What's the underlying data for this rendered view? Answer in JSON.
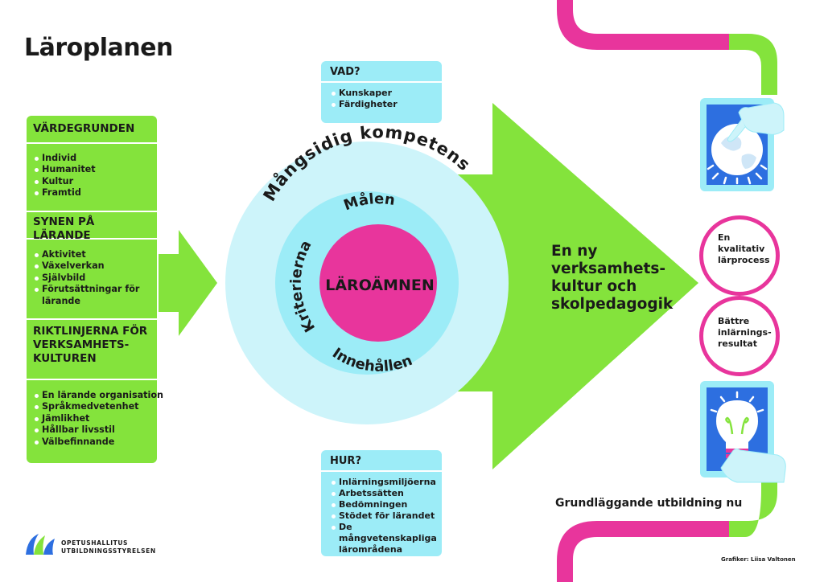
{
  "title": "Läroplanen",
  "left_panel": {
    "sections": [
      {
        "heading": "VÄRDEGRUNDEN",
        "items": [
          "Individ",
          "Humanitet",
          "Kultur",
          "Framtid"
        ]
      },
      {
        "heading": "SYNEN PÅ LÄRANDE",
        "items": [
          "Aktivitet",
          "Växelverkan",
          "Självbild",
          "Förutsättningar för lärande"
        ]
      },
      {
        "heading": "RIKTLINJERNA FÖR VERKSAMHETS-KULTUREN",
        "items": [
          "En lärande organisation",
          "Språkmedvetenhet",
          "Jämlikhet",
          "Hållbar livsstil",
          "Välbefinnande"
        ]
      }
    ]
  },
  "vad_box": {
    "heading": "VAD?",
    "items": [
      "Kunskaper",
      "Färdigheter"
    ]
  },
  "hur_box": {
    "heading": "HUR?",
    "items": [
      "Inlärningsmiljöerna",
      "Arbetssätten",
      "Bedömningen",
      "Stödet för lärandet",
      "De mångvetenskapliga lärområdena"
    ]
  },
  "circle": {
    "outer_label": "Mångsidig kompetens",
    "top_label": "Målen",
    "left_label": "Kriterierna",
    "bottom_label": "Innehållen",
    "center_label": "LÄROÄMNEN"
  },
  "arrow_text": [
    "En ny",
    "verksamhets-",
    "kultur och",
    "skolpedagogik"
  ],
  "outcomes": [
    {
      "lines": [
        "En",
        "kvalitativ",
        "lärprocess"
      ]
    },
    {
      "lines": [
        "Bättre",
        "inlärnings-",
        "resultat"
      ]
    }
  ],
  "bottom_caption": "Grundläggande utbildning nu",
  "logo": {
    "line1": "OPETUSHALLITUS",
    "line2": "UTBILDNINGSSTYRELSEN"
  },
  "credit": "Grafiker: Liisa Valtonen",
  "colors": {
    "green": "#84e33c",
    "cyan_light": "#cdf4fa",
    "cyan": "#9cecf7",
    "magenta": "#e8359c",
    "tablet_blue": "#2d6fe0"
  },
  "icons": [
    "globe-icon",
    "lightbulb-icon",
    "pointing-hand-icon"
  ]
}
